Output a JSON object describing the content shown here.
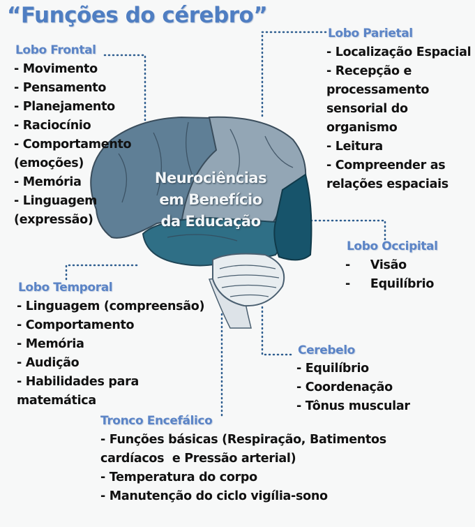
{
  "title": "“Funções do cérebro”",
  "center_text": [
    "Neurociências",
    "em Benefício",
    "da Educação"
  ],
  "colors": {
    "title": "#4f7ec2",
    "heading": "#5b84c6",
    "frontal": "#5f7f96",
    "parietal": "#93a6b5",
    "temporal": "#2f6f86",
    "occipital": "#17546b",
    "dots": "#2d5d8f"
  },
  "sections": {
    "frontal": {
      "heading": "Lobo Frontal",
      "items": [
        "- Movimento",
        "- Pensamento",
        "- Planejamento",
        "- Raciocínio",
        "- Comportamento",
        "(emoções)",
        "- Memória",
        "- Linguagem",
        "(expressão)"
      ]
    },
    "parietal": {
      "heading": "Lobo Parietal",
      "items": [
        "- Localização Espacial",
        "- Recepção e",
        "processamento",
        "sensorial do",
        "organismo",
        "- Leitura",
        "- Compreender as",
        "relações espaciais"
      ]
    },
    "occipital": {
      "heading": "Lobo Occipital",
      "items": [
        "-     Visão",
        "-     Equilíbrio"
      ]
    },
    "temporal": {
      "heading": "Lobo Temporal",
      "items": [
        "- Linguagem (compreensão)",
        "- Comportamento",
        "- Memória",
        "- Audição",
        "- Habilidades para",
        "matemática"
      ]
    },
    "cerebelo": {
      "heading": "Cerebelo",
      "items": [
        "- Equilíbrio",
        "- Coordenação",
        "- Tônus muscular"
      ]
    },
    "tronco": {
      "heading": "Tronco Encefálico",
      "items": [
        "- Funções básicas (Respiração, Batimentos",
        "cardíacos  e Pressão arterial)",
        "- Temperatura do corpo",
        "- Manutenção do ciclo vigília-sono"
      ]
    }
  }
}
